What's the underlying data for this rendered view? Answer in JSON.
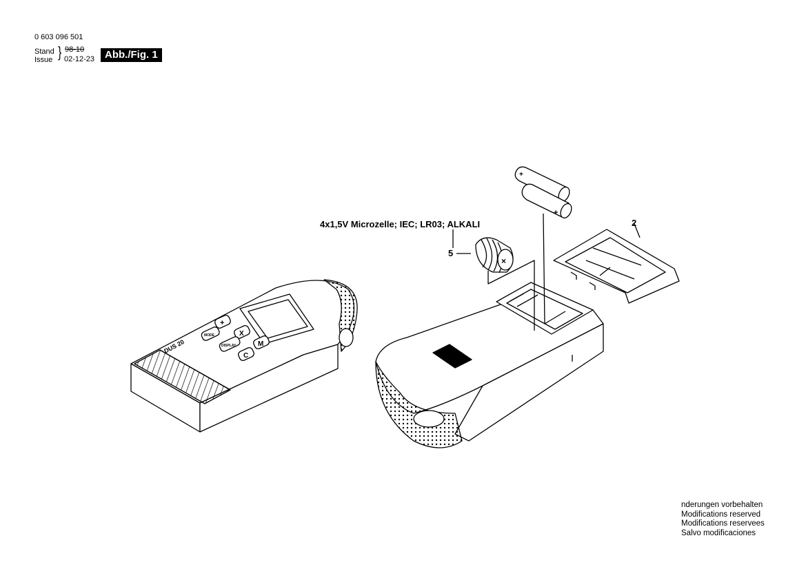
{
  "header": {
    "part_number": "0 603 096 501",
    "stand_label": "Stand",
    "issue_label": "Issue",
    "old_date": "98-10",
    "new_date": "02-12-23",
    "figure_label": "Abb./Fig. 1"
  },
  "callouts": {
    "battery_spec": "4x1,5V Microzelle; IEC; LR03; ALKALI",
    "item_5": "5",
    "item_2": "2"
  },
  "device": {
    "model": "DUS 20",
    "keys": [
      "+",
      "MODE",
      "X",
      "DISPLAY",
      "M",
      "C"
    ]
  },
  "notes": [
    " nderungen vorbehalten",
    "Modifications reserved",
    "Modifications reservees",
    "Salvo modificaciones"
  ]
}
